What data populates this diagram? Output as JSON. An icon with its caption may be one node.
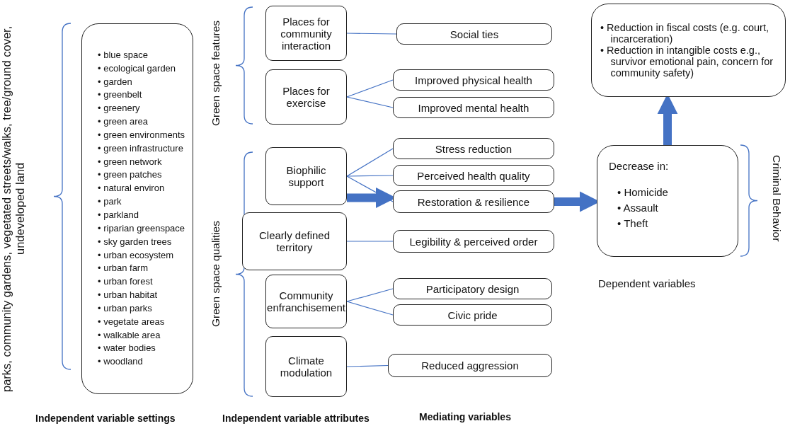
{
  "diagram": {
    "nodes": [
      {
        "text": [
          "• blue space",
          "• ecological garden",
          "• garden",
          "• greenbelt",
          "• greenery",
          "• green area",
          "• green environments",
          "• green infrastructure",
          "• green network",
          "• green patches",
          "• natural environ",
          "• park",
          "• parkland",
          "• riparian greenspace",
          "• sky garden trees",
          "• urban ecosystem",
          "• urban farm",
          "• urban forest",
          "• urban habitat",
          "• urban parks",
          "• vegetate areas",
          "• walkable area",
          "• water bodies",
          "• woodland"
        ]
      },
      {
        "text": [
          "Places for community interaction"
        ]
      },
      {
        "text": [
          "Social ties"
        ]
      },
      {
        "text": [
          "Places for exercise"
        ]
      },
      {
        "text": [
          "Improved physical health"
        ]
      },
      {
        "text": [
          "Improved mental health"
        ]
      },
      {
        "text": [
          "Biophilic support"
        ]
      },
      {
        "text": [
          "Stress reduction"
        ]
      },
      {
        "text": [
          "Perceived health quality"
        ]
      },
      {
        "text": [
          "Restoration & resilience"
        ]
      },
      {
        "text": [
          "Clearly defined territory"
        ]
      },
      {
        "text": [
          "Legibility & perceived order"
        ]
      },
      {
        "text": [
          "Community enfranchisement"
        ]
      },
      {
        "text": [
          "Participatory design"
        ]
      },
      {
        "text": [
          "Civic pride"
        ]
      },
      {
        "text": [
          "Climate modulation"
        ]
      },
      {
        "text": [
          "Reduced aggression"
        ]
      },
      {
        "text": [
          "Decrease in:",
          "• Homicide",
          "• Assault",
          "• Theft"
        ]
      },
      {
        "text": [
          "• Reduction in fiscal costs (e.g. court, incarceration)",
          "• Reduction in intangible costs e.g., survivor emotional pain, concern for community safety)"
        ]
      }
    ],
    "edges": [
      {
        "from": 1,
        "to": 2,
        "arrow": "none"
      },
      {
        "from": 3,
        "to": 4,
        "arrow": "none"
      },
      {
        "from": 3,
        "to": 5,
        "arrow": "none"
      },
      {
        "from": 6,
        "to": 7,
        "arrow": "none"
      },
      {
        "from": 6,
        "to": 8,
        "arrow": "none"
      },
      {
        "from": 6,
        "to": 9,
        "arrow": "none"
      },
      {
        "from": 6,
        "to": 9,
        "arrow": "to",
        "style": "thick"
      },
      {
        "from": 10,
        "to": 11,
        "arrow": "none"
      },
      {
        "from": 12,
        "to": 13,
        "arrow": "none"
      },
      {
        "from": 12,
        "to": 14,
        "arrow": "none"
      },
      {
        "from": 15,
        "to": 16,
        "arrow": "none"
      },
      {
        "from": 9,
        "to": 17,
        "arrow": "to",
        "style": "thick"
      },
      {
        "from": 17,
        "to": 18,
        "arrow": "to",
        "style": "thick"
      }
    ],
    "labels": [
      "parks, community gardens, vegetated streets/walks, tree/ground cover, undeveloped land",
      "Green space features",
      "Green space qualities",
      "Criminal Behavior",
      "Dependent variables",
      "Independent variable settings",
      "Independent variable attributes",
      "Mediating variables"
    ]
  }
}
